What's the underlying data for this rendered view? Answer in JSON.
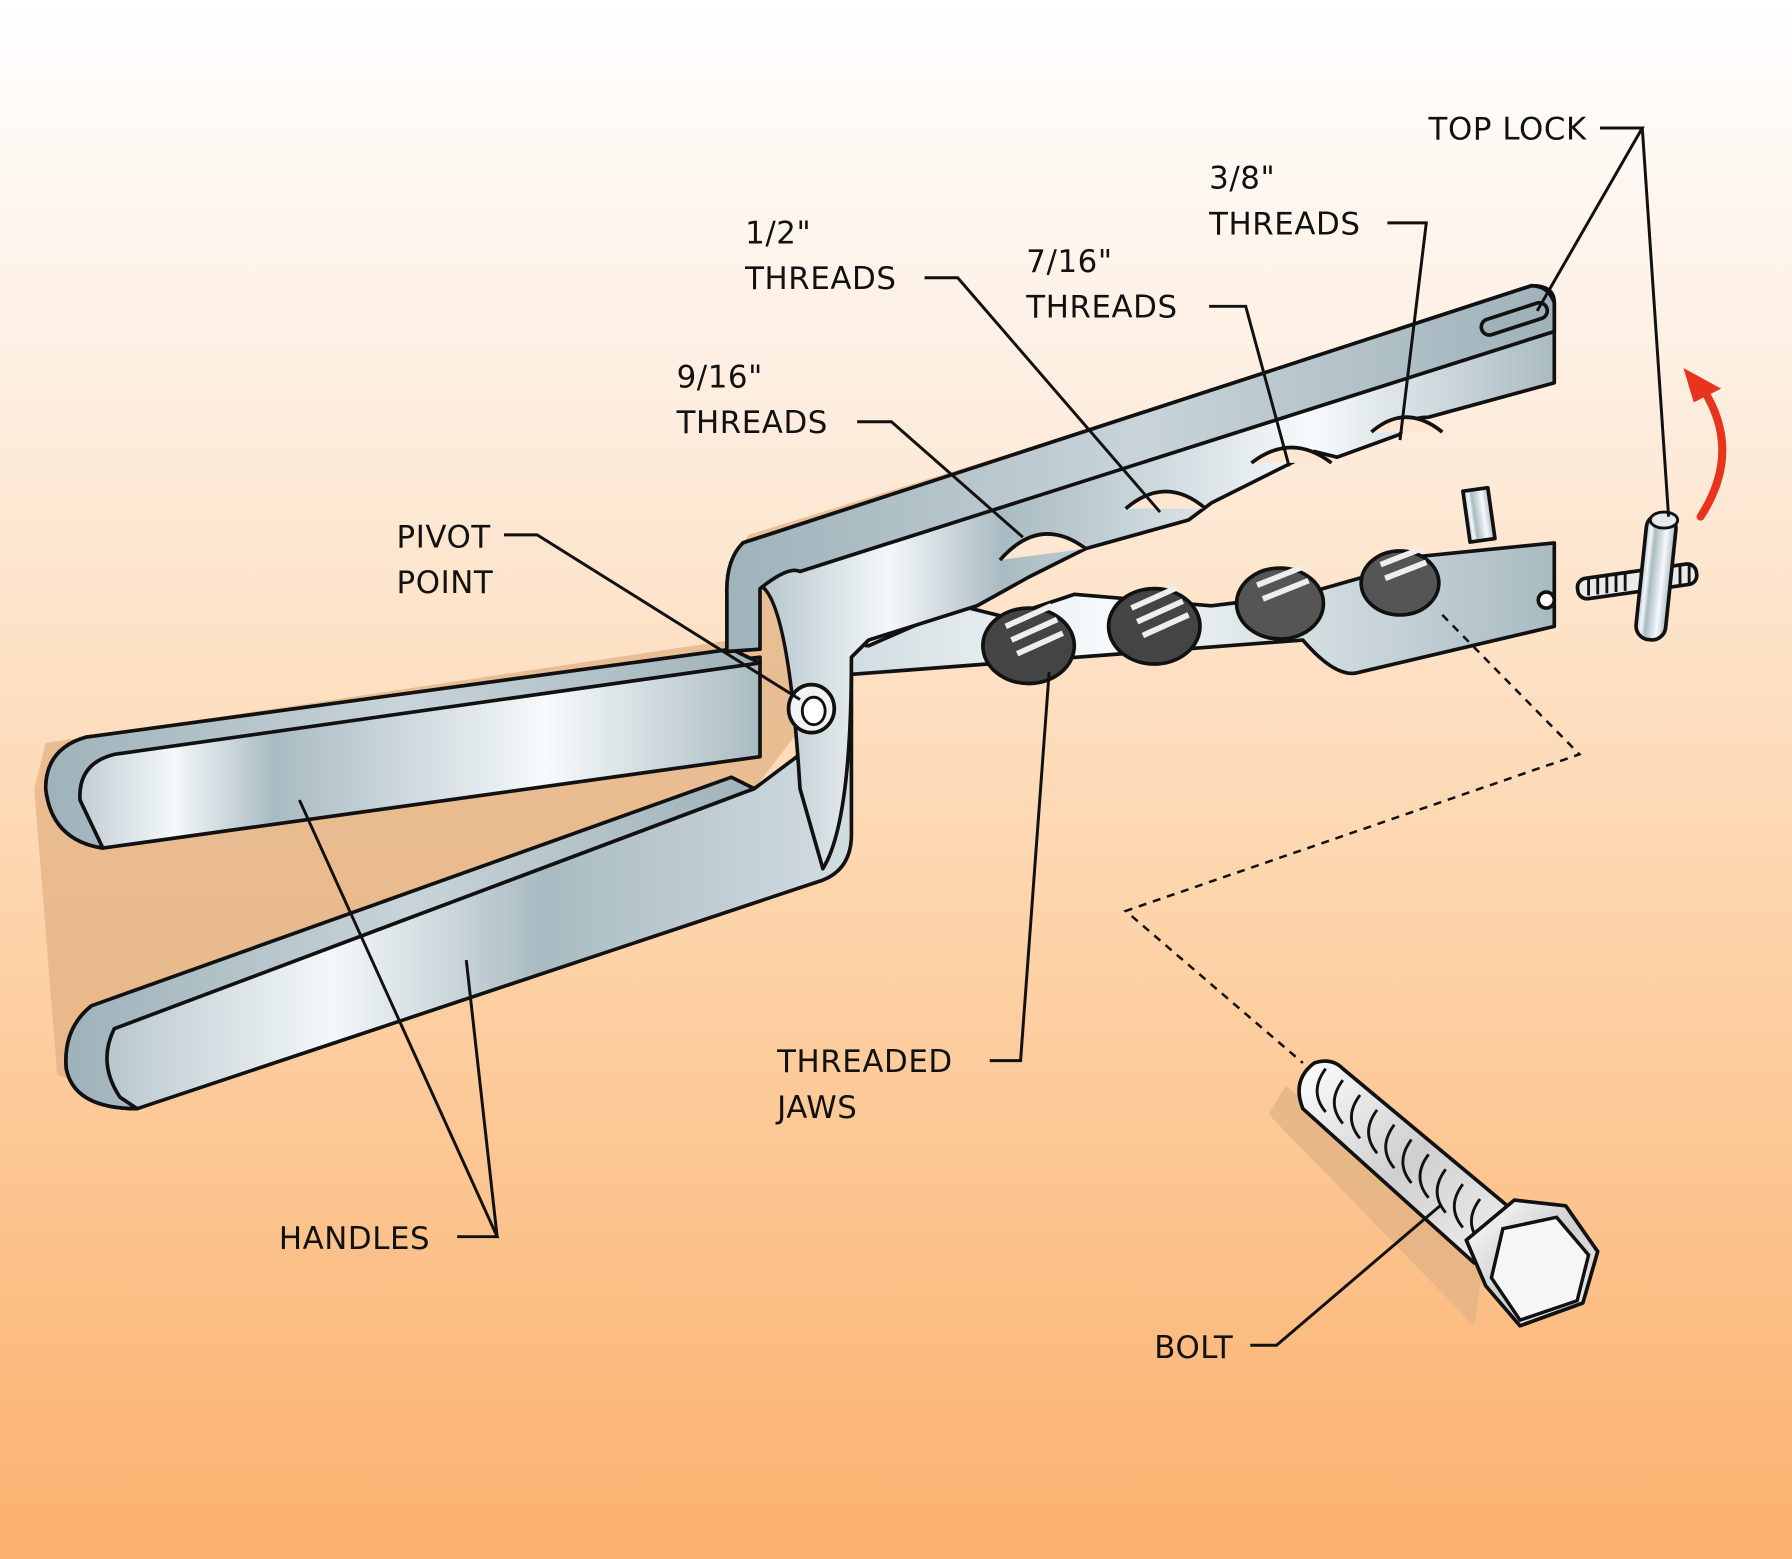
{
  "figure": {
    "subject": "Bolt thread-chasing pliers",
    "background_gradient": [
      "#ffffff",
      "#fde7d2",
      "#fbb06d"
    ],
    "metal_color": "#c3d0d6",
    "accent_arrow_color": "#e8341c"
  },
  "labels": {
    "top_lock": "TOP LOCK",
    "threads_3_8": {
      "size": "3/8\"",
      "word": "THREADS"
    },
    "threads_1_2": {
      "size": "1/2\"",
      "word": "THREADS"
    },
    "threads_7_16": {
      "size": "7/16\"",
      "word": "THREADS"
    },
    "threads_9_16": {
      "size": "9/16\"",
      "word": "THREADS"
    },
    "pivot_point": {
      "line1": "PIVOT",
      "line2": "POINT"
    },
    "threaded_jaws": {
      "line1": "THREADED",
      "line2": "JAWS"
    },
    "handles": "HANDLES",
    "bolt": "BOLT"
  }
}
